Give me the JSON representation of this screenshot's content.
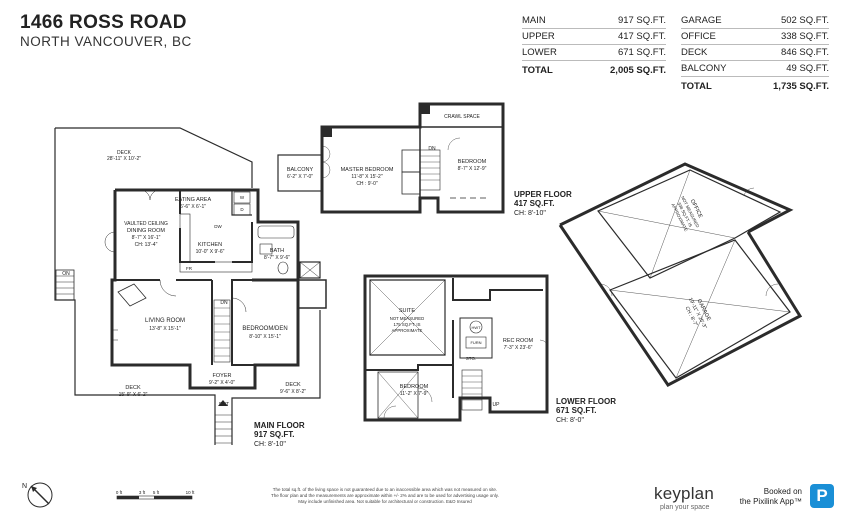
{
  "header": {
    "address": "1466 ROSS ROAD",
    "city": "NORTH VANCOUVER, BC"
  },
  "area_table_left": [
    {
      "name": "MAIN",
      "value": "917 SQ.FT."
    },
    {
      "name": "UPPER",
      "value": "417 SQ.FT."
    },
    {
      "name": "LOWER",
      "value": "671 SQ.FT."
    },
    {
      "name": "TOTAL",
      "value": "2,005 SQ.FT."
    }
  ],
  "area_table_right": [
    {
      "name": "GARAGE",
      "value": "502 SQ.FT."
    },
    {
      "name": "OFFICE",
      "value": "338 SQ.FT."
    },
    {
      "name": "DECK",
      "value": "846 SQ.FT."
    },
    {
      "name": "BALCONY",
      "value": "49 SQ.FT."
    },
    {
      "name": "TOTAL",
      "value": "1,735 SQ.FT."
    }
  ],
  "floors": {
    "main": {
      "title": "MAIN FLOOR",
      "area": "917 SQ.FT.",
      "ch": "CH: 8'-10\""
    },
    "upper": {
      "title": "UPPER FLOOR",
      "area": "417 SQ.FT.",
      "ch": "CH: 8'-10\""
    },
    "lower": {
      "title": "LOWER FLOOR",
      "area": "671 SQ.FT.",
      "ch": "CH: 8'-0\""
    }
  },
  "rooms": {
    "deck_top": {
      "name": "DECK",
      "dim": "28'-11\" X 10'-2\""
    },
    "eating": {
      "name": "EATING AREA",
      "dim": "6'-6\" X 6'-1\""
    },
    "dining_note": "VAULTED CEILING",
    "dining": {
      "name": "DINING ROOM",
      "dim": "8'-7\" X 16'-1\"",
      "ch": "CH: 13'-4\""
    },
    "kitchen": {
      "name": "KITCHEN",
      "dim": "10'-0\" X 9'-6\""
    },
    "bath": {
      "name": "BATH",
      "dim": "8'-7\" X 9'-6\""
    },
    "living": {
      "name": "LIVING ROOM",
      "dim": "13'-8\" X 15'-1\""
    },
    "bedroom_den": {
      "name": "BEDROOM/DEN",
      "dim": "8'-10\" X 15'-1\""
    },
    "foyer": {
      "name": "FOYER",
      "dim": "9'-2\" X 4'-0\""
    },
    "deck_left": {
      "name": "DECK",
      "dim": "15'-9\" X 6'-2\""
    },
    "deck_right": {
      "name": "DECK",
      "dim": "9'-6\" X 8'-2\""
    },
    "ent": "ENT",
    "on": "ON",
    "dn": "DN",
    "balcony": {
      "name": "BALCONY",
      "dim": "6'-2\" X 7'-0\""
    },
    "master": {
      "name": "MASTER BEDROOM",
      "dim": "11'-8\" X 15'-2\"",
      "ch": "CH : 9'-0\""
    },
    "crawl": "CRAWL SPACE",
    "bedroom_up": {
      "name": "BEDROOM",
      "dim": "8'-7\" X 12'-9\""
    },
    "suite": {
      "name": "SUITE",
      "note1": "NOT MEASURED",
      "note2": "175 SQ.FT. IS",
      "note3": "APPROXIMATE"
    },
    "rec": {
      "name": "REC ROOM",
      "dim": "7'-3\" X 23'-6\""
    },
    "hwt": "HWT",
    "furn": "FURN",
    "sto": "STO.",
    "up": "UP",
    "bedroom_low": {
      "name": "BEDROOM",
      "dim": "11'-2\" X 7'-9\""
    },
    "office": {
      "name": "OFFICE",
      "note1": "NOT MEASURED",
      "note2": "338 SQ.FT. IS",
      "note3": "APPROXIMATE"
    },
    "garage": {
      "name": "GARAGE",
      "dim": "19'-11\" X 25'-3\"",
      "ch": "CH : 8'-7\""
    },
    "w": "W",
    "d": "D",
    "dw": "DW",
    "fr": "FR"
  },
  "compass": "N",
  "scale": {
    "labels": [
      "0 ft",
      "3 ft",
      "5 ft",
      "10 ft"
    ]
  },
  "disclaimer": [
    "The total sq.ft. of the living space is not guaranteed due to an inaccessible area which was not measured on site.",
    "The floor plan and the measurements are approximate within +/- 2% and are to be used for advertising usage only.",
    "May include unfinished area. Not suitable for architectural or construction. E&O Insured"
  ],
  "brand": {
    "logo": "keyplan",
    "tagline": "plan your space",
    "booked1": "Booked on",
    "booked2": "the Pixilink App™",
    "badge": "P"
  },
  "colors": {
    "wall": "#2b2b2b",
    "line": "#555555",
    "badge": "#1a8fd6"
  }
}
